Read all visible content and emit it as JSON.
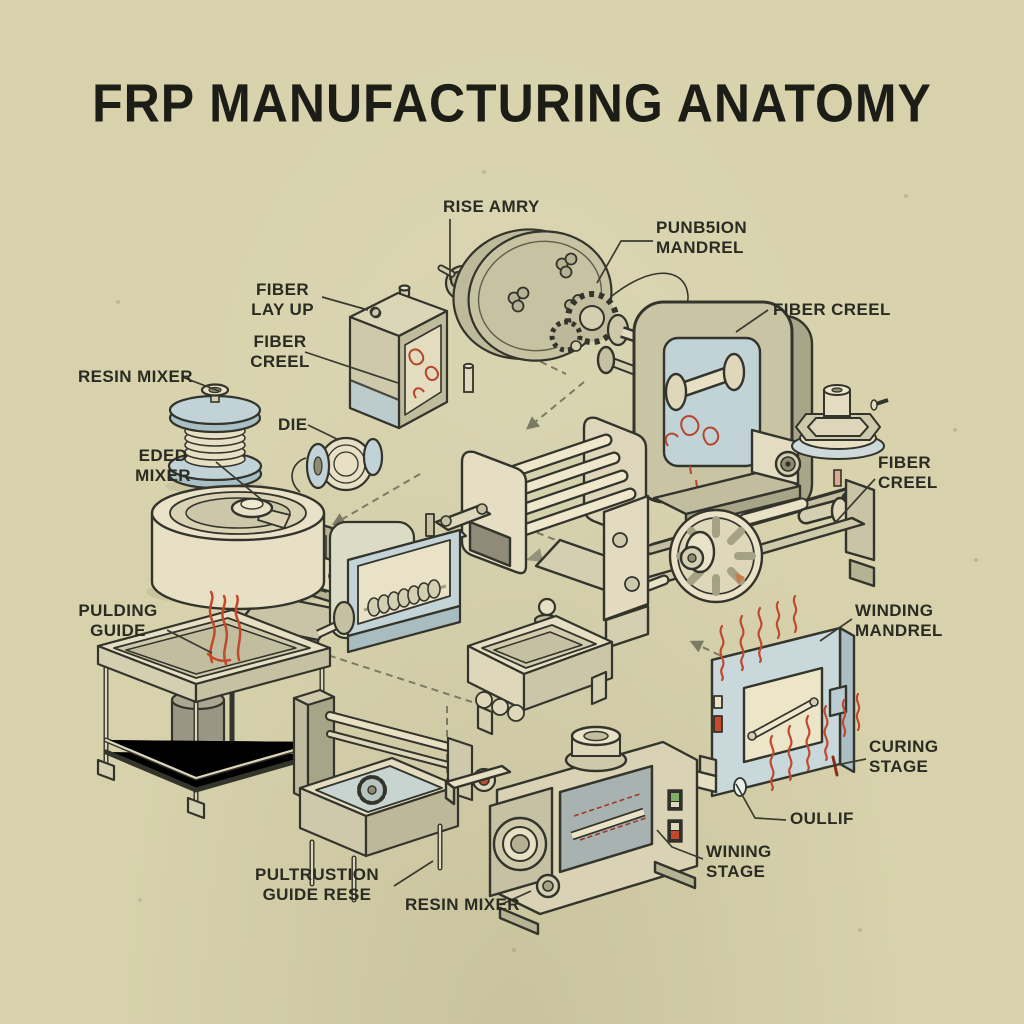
{
  "title": "FRP MANUFACTURING ANATOMY",
  "labels": [
    {
      "id": "rise-amry",
      "text": "RISE AMRY"
    },
    {
      "id": "punbsion-mandrel",
      "text": "PUNB5ION\nMANDREL"
    },
    {
      "id": "fiber-lay-up",
      "text": "FIBER\nLAY UP"
    },
    {
      "id": "fiber-creel-left",
      "text": "FIBER\nCREEL"
    },
    {
      "id": "resin-mixer-top",
      "text": "RESIN MIXER"
    },
    {
      "id": "die",
      "text": "DIE"
    },
    {
      "id": "eded-mixer",
      "text": "EDED\nMIXER"
    },
    {
      "id": "fiber-creel-top-right",
      "text": "FIBER CREEL"
    },
    {
      "id": "fiber-creel-right",
      "text": "FIBER\nCREEL"
    },
    {
      "id": "pulding-guide",
      "text": "PULDING\nGUIDE"
    },
    {
      "id": "winding-mandrel",
      "text": "WINDING\nMANDREL"
    },
    {
      "id": "curing-stage",
      "text": "CURING\nSTAGE"
    },
    {
      "id": "oullif",
      "text": "OULLIF"
    },
    {
      "id": "wining-stage",
      "text": "WINING\nSTAGE"
    },
    {
      "id": "pultrustion-guide-rese",
      "text": "PULTRUSTION\nGUIDE RESE"
    },
    {
      "id": "resin-mixer-bottom",
      "text": "RESIN MIXER"
    }
  ],
  "colors": {
    "background": "#d7d2ab",
    "title_ink": "#1c1d16",
    "label_ink": "#2a2b22",
    "outline": "#33342b",
    "machine_khaki": "#c9c5a4",
    "machine_khaki_dark": "#a8a487",
    "machine_cream": "#e7e0c4",
    "machine_blue": "#c2d3d8",
    "machine_blue_dark": "#a9bfc6",
    "window_gray": "#a8b3b1",
    "heat_red": "#bf4a2e",
    "fiber_red": "#b5452c",
    "connector_gray": "#7b7a64",
    "indicator_green": "#7fae6b",
    "indicator_red": "#c0492e"
  }
}
